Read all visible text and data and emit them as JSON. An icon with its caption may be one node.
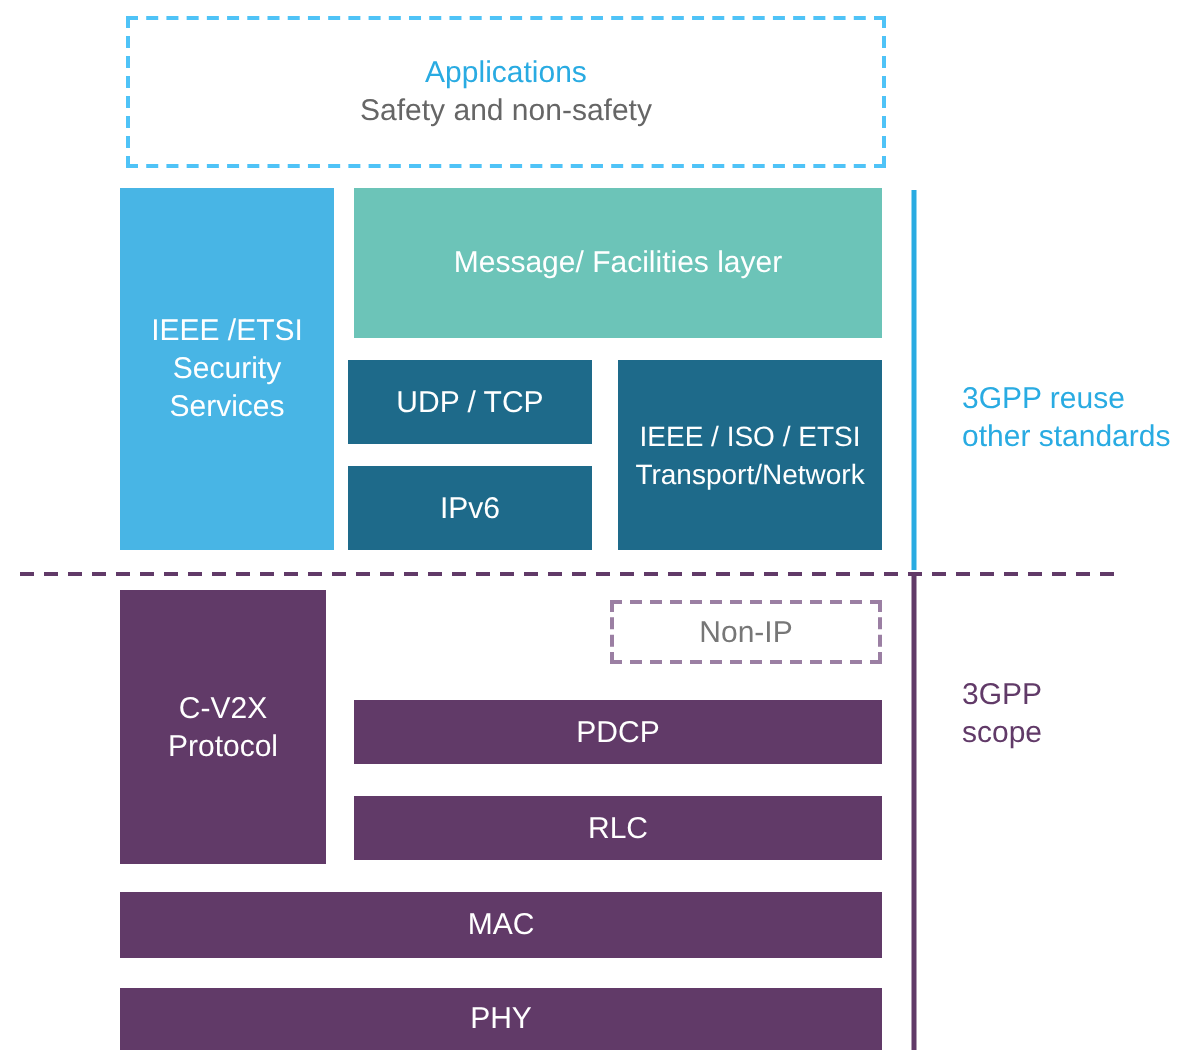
{
  "diagram": {
    "nodes": [
      {
        "text": [
          "Applications",
          "Safety and non-safety"
        ]
      },
      {
        "text": [
          "IEEE /ETSI Security Services"
        ]
      },
      {
        "text": [
          "Message/ Facilities layer"
        ]
      },
      {
        "text": [
          "UDP / TCP"
        ]
      },
      {
        "text": [
          "IPv6"
        ]
      },
      {
        "text": [
          "IEEE / ISO / ETSI Transport/Network"
        ]
      },
      {
        "text": [
          "Non-IP"
        ]
      },
      {
        "text": [
          "C-V2X Protocol"
        ]
      },
      {
        "text": [
          "PDCP"
        ]
      },
      {
        "text": [
          "RLC"
        ]
      },
      {
        "text": [
          "MAC"
        ]
      },
      {
        "text": [
          "PHY"
        ]
      }
    ],
    "edges": [],
    "labels": [
      "3GPP reuse other standards",
      "3GPP scope"
    ]
  }
}
